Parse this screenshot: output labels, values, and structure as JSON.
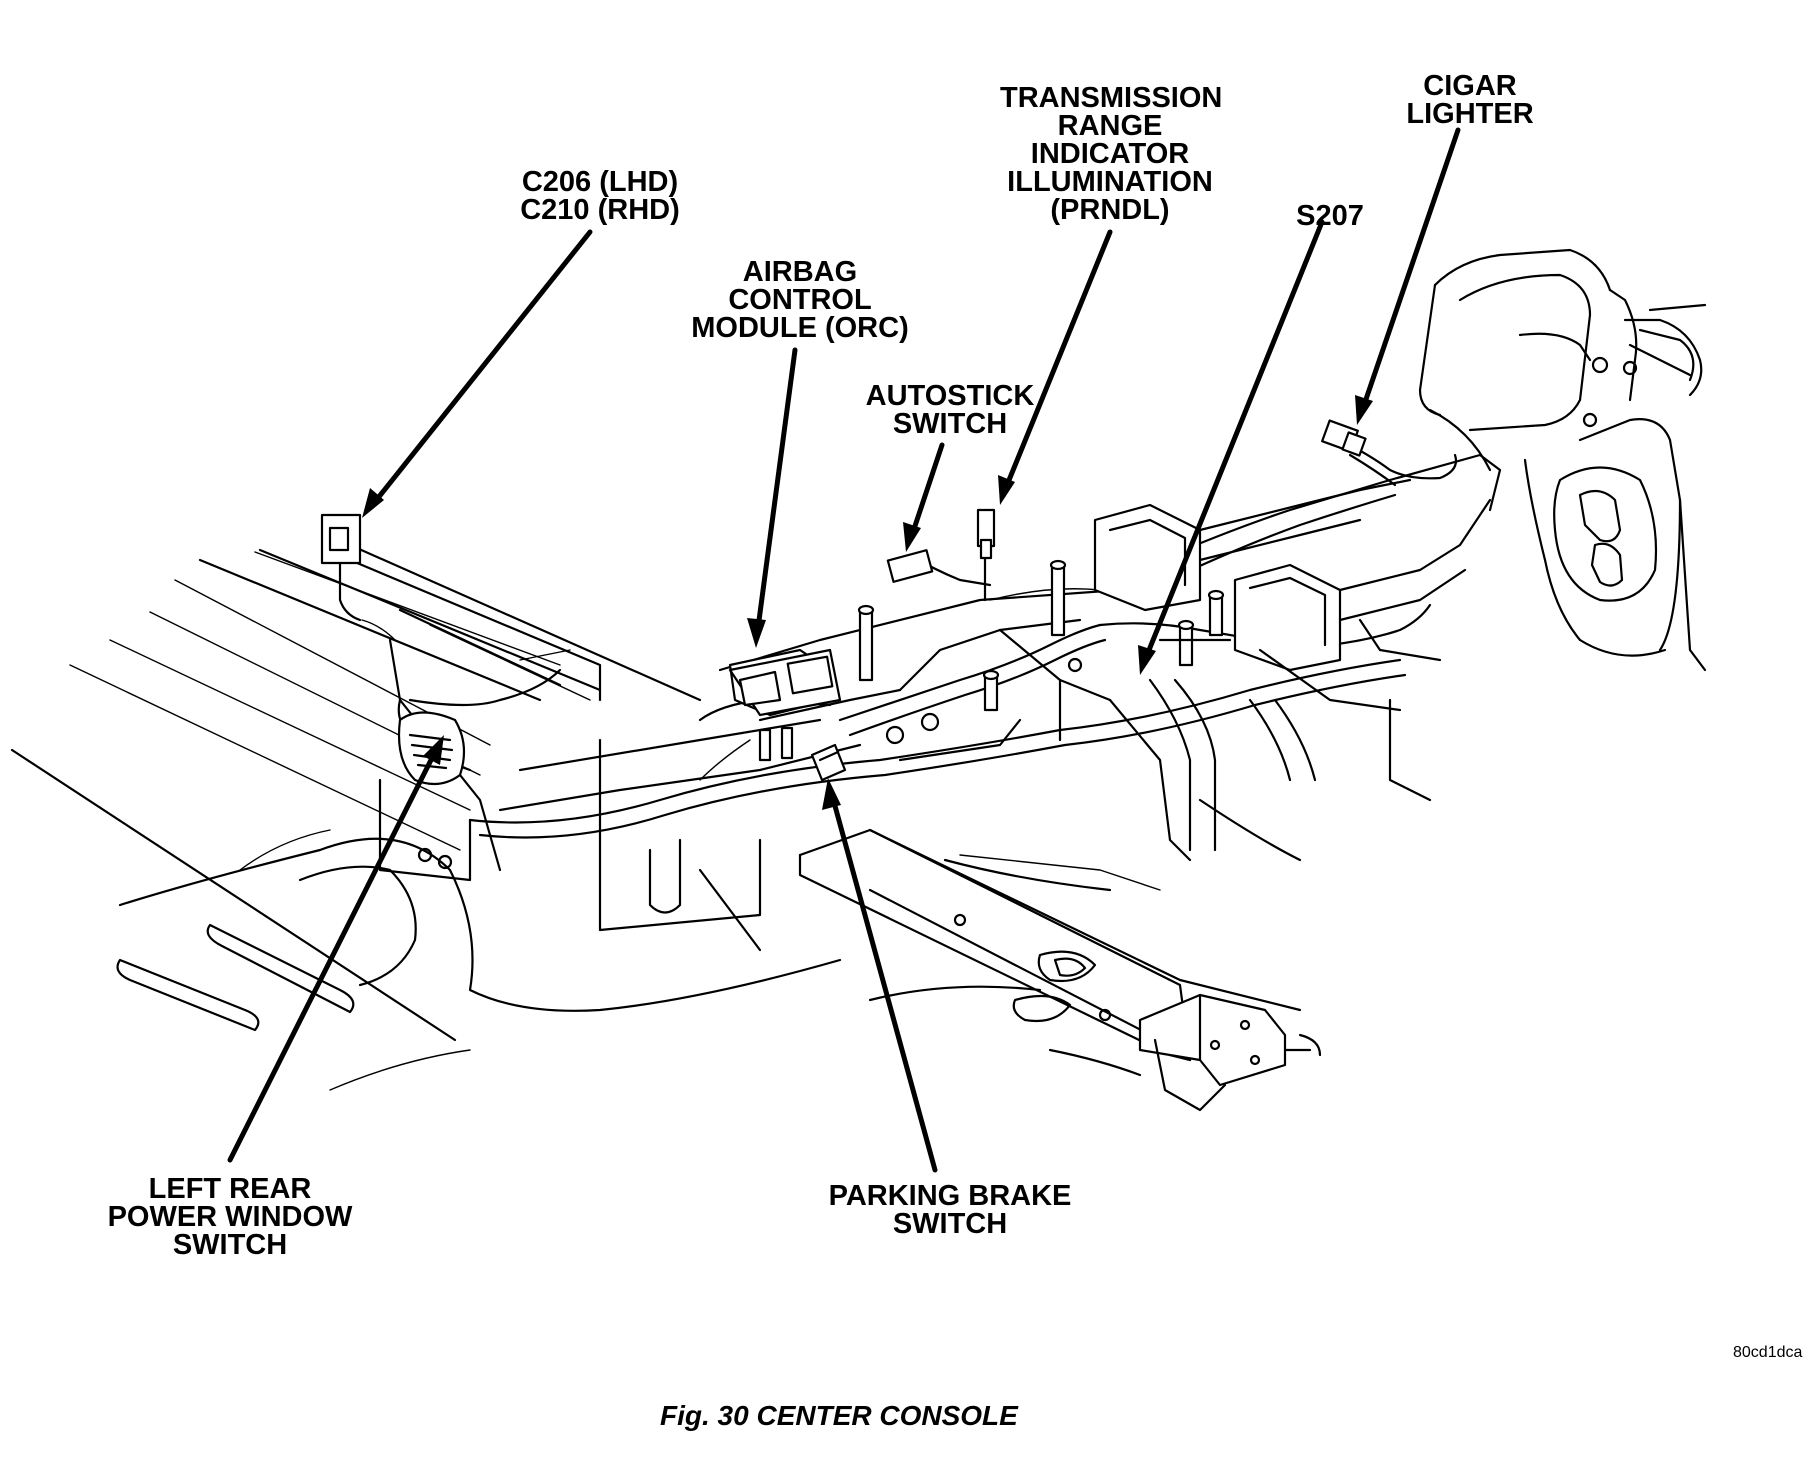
{
  "figure": {
    "caption": "Fig. 30 CENTER CONSOLE",
    "code": "80cd1dca"
  },
  "callouts": {
    "c206": {
      "lines": [
        "C206 (LHD)",
        "C210 (RHD)"
      ]
    },
    "airbag": {
      "lines": [
        "AIRBAG",
        "CONTROL",
        "MODULE (ORC)"
      ]
    },
    "autostick": {
      "lines": [
        "AUTOSTICK",
        "SWITCH"
      ]
    },
    "prndl": {
      "lines": [
        "TRANSMISSION",
        "RANGE",
        "INDICATOR",
        "ILLUMINATION",
        "(PRNDL)"
      ]
    },
    "s207": {
      "lines": [
        "S207"
      ]
    },
    "cigar": {
      "lines": [
        "CIGAR",
        "LIGHTER"
      ]
    },
    "window": {
      "lines": [
        "LEFT REAR",
        "POWER WINDOW",
        "SWITCH"
      ]
    },
    "brake": {
      "lines": [
        "PARKING BRAKE",
        "SWITCH"
      ]
    }
  }
}
